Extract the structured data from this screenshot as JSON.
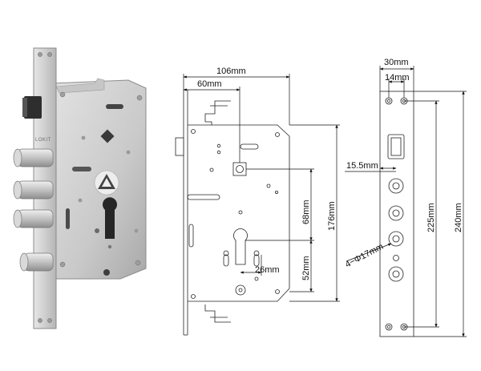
{
  "product_photo": {
    "brand_mark": "LOKIT"
  },
  "front_drawing": {
    "dim_overall_width": "106mm",
    "dim_backset": "60mm",
    "dim_handle_to_cylinder": "68mm",
    "dim_overall_height": "176mm",
    "dim_cylinder_to_bottom": "52mm",
    "dim_cylinder_spacing": "26mm"
  },
  "faceplate_drawing": {
    "dim_plate_width": "30mm",
    "dim_hole_spacing": "14mm",
    "dim_bolt_offset": "15.5mm",
    "dim_bolt_diameter": "4−Φ17mm",
    "dim_inner_length": "225mm",
    "dim_overall_length": "240mm"
  },
  "colors": {
    "steel_light": "#d8d8d8",
    "steel_mid": "#b7b7b7",
    "steel_dark": "#8a8a8a",
    "line": "#222222"
  }
}
